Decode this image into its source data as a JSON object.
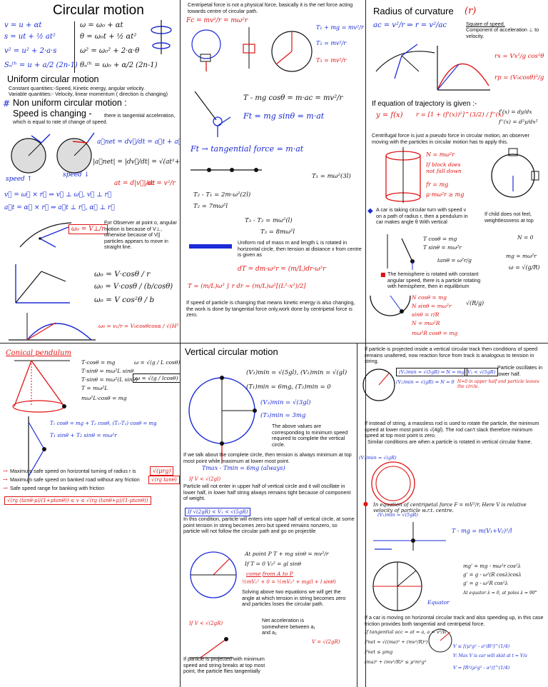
{
  "titles": {
    "circular_motion": "Circular motion",
    "uniform": "Uniform circular motion",
    "non_uniform": "Non uniform circular motion :",
    "speed_changing": "Speed is changing -",
    "radius_curvature": "Radius of curvature",
    "radius_symbol": "(r)",
    "conical_pendulum": "Conical pendulum",
    "vertical_circular": "Vertical circular motion",
    "trajectory_given": "If equation of trajectory is given :-"
  },
  "equations": {
    "kin1": "v = u + αt",
    "kin2": "s = ut + ½ at²",
    "kin3": "v² = u² + 2·a·s",
    "kin4": "Sₙᵗʰ = u + a/2 (2n-1)",
    "ang1": "ω = ω₀ + αt",
    "ang2": "θ = ω₀t + ½ αt²",
    "ang3": "ω² = ω₀² + 2·α·θ",
    "ang4": "θₙᵗʰ = ω₀ + α/2 (2n-1)",
    "anet": "a⃗net = dv⃗/dt = a⃗t + a⃗c",
    "anet_mag": "|a⃗net| = |dv⃗/dt| = √(at²+ac²)",
    "at": "at = d|v⃗|/dt",
    "ac": "ac = v²/r",
    "cross": "v⃗ = ω⃗ × r⃗  ⇒  v⃗ ⊥ ω⃗, v⃗ ⊥ r⃗",
    "cross2": "a⃗t = α⃗ × r⃗  ⇒  a⃗t ⊥ r⃗, α⃗ ⊥ r⃗",
    "w0": "ω₀ = V⊥/r",
    "w0a": "ω₀ = V·cosθ / r",
    "w0b": "ω₀ = V·cosθ / (b/cosθ)",
    "w0c": "ω₀ = V cos²θ / b",
    "w0d": "ω₀ = v₁/r = V₀cosθcosα / √(H² + R²/4)",
    "speed_lbl1": "speed ↑",
    "speed_lbl2": "speed ↓",
    "fc": "Fc = mv²/r = mω²r",
    "tmg1": "T₁ + mg = mv²/r",
    "tmg2": "T₂ = mv²/r",
    "tmg3": "T₃ = mv²/r",
    "pend1": "T - mg cosθ = m·ac = mv²/r",
    "pend2": "Ft = mg sinθ = m·at",
    "ft": "Ft → tangential force = m·at",
    "t1": "T₁ = mω²(3l)",
    "t2": "T₂ - T₁ = 2m·ω²(2l)",
    "t2b": "T₂ = 7mω²l",
    "t3": "T₃ - T₂ = mω²(l)",
    "t3b": "T₃ = 8mω²l",
    "rod_dt": "dT = dm·ω²r = (m/L)dr·ω²r",
    "rod_t": "T = (m/L)ω² ∫ r dr = (m/L)ω²[(L²-x²)/2]",
    "rc1": "ac = v²/r  ⇒  r = v²/ac",
    "rc_note1": "Square of speed.",
    "rc_note2": "Component of acceleration ⊥ to velocity.",
    "rc_x": "rx = Vx²/g cos²θ",
    "rc_p": "rp = (V₀cosθ)²/g",
    "traj1": "y = f(x)",
    "traj2": "r = [1 + (f'(x))²]^(3/2) / f''(x)",
    "traj3": "f'(x) = dy/dx",
    "traj4": "f''(x) = d²y/dx²",
    "cyl1": "N = mω²r",
    "cyl2": "If block does not fall down",
    "cyl3": "fr = mg",
    "cyl4": "μ·mω²r ≥ mg",
    "car1": "T cosθ = mg",
    "car2": "T sinθ = mω²r",
    "car3": "tanθ = ω²r/g",
    "child1": "N = 0",
    "child2": "mg = mω²r",
    "child3": "ω = √(g/R)",
    "hemi1": "N cosθ = mg",
    "hemi2": "N sinθ = mω²r",
    "hemi3": "sinθ = r/R",
    "hemi4": "N = mω²R",
    "hemi5": "mω²R cosθ = mg",
    "cone1": "T·cosθ = mg",
    "cone2": "T·sinθ = mω²L sinθ",
    "cone3": "T·sinθ = mω²(L sinθ)",
    "cone4": "T = mω²L",
    "cone5": "mω²L·cosθ = mg",
    "cone6": "ω = √(g / L cosθ)",
    "cone7": "ω = √(g / lcosθ)",
    "cone_t": "T₁ cosθ = mg + T₂ cosθ, (T₁-T₂) cosθ = mg",
    "cone_t2": "T₁ sinθ + T₂ sinθ = mω²r",
    "safe1": "Maximum safe speed on horizontal turning of radius r is",
    "safe1v": "√(μrg)",
    "safe2": "Maximum safe speed on banked road without any friction",
    "safe2v": "√(rg tanθ)",
    "safe3": "Safe speed range for banking with friction",
    "safe3v": "√(rg (tanθ-μ)/(1+μtanθ)) ≤ v ≤ √(rg (tanθ+μ)/(1-μtanθ))",
    "vc1": "(V₁)min = √(5gl), (V₂)min = √(gl)",
    "vc2": "(T₁)min = 6mg, (T₂)min = 0",
    "vc3": "(V₃)min = √(3gl)",
    "vc4": "(T₃)min = 3mg",
    "vc5": "Tmax - Tmin = 6mg (always)",
    "vc6": "If V < √(2gl)",
    "vc7": "If √(2gR) < V₁ < √(5gR)",
    "vc8": "At point P  T + mg sinθ = mv²/r",
    "vc9": "If T = 0    V₂² = gl sinθ",
    "vc10": "come from A to P",
    "vc11": "½mV₁² + 0 = ½mV₂² + mg(l + l sinθ)",
    "vc12": "If V < √(2gR)",
    "track1": "(V₁)min = √(5gR) ⇒ N = mg",
    "track2": "V₁ < √(5gR)",
    "track3": "(V₂)min = √(gR) ⇒ N = 0",
    "track4": "Particle oscillates in lower half.",
    "track5": "N=0 in upper half and particle leaves the circle.",
    "track6": "(V₁)min = √(5gR)",
    "track7": "(V₂)min = √(gR)",
    "cent1": "In equation of centripetal force F = mV²/r, Here V is relative velocity of particle w.r.t. centre.",
    "cent2": "T - mg = m(V₁+V₂)²/l",
    "earth1": "mg' = mg - mω²r cos²λ",
    "earth2": "g' = g - ω²(R cosλ)cosλ",
    "earth3": "g' = g - ω²R cos²λ",
    "earth4": "At equator λ = 0, at poles λ = 90°",
    "earth5": "Equator",
    "fric1": "If tangential acc = at = a,  a = v²/R",
    "fric2": "Fnet = √((ma)² + (mv²/R)²)",
    "fric3": "Fnet ≤ μmg",
    "fric4": "(ma)² + (mv²/R)² ≤ μ²m²g²",
    "fric5": "V ≤ [(μ²g² - a²)R²]^(1/4)",
    "fric6": "V: Max V is car will skid at t = V/a",
    "fric7": "V = [R²(μ²g² - a²)]^(1/4)",
    "net1": "Net acceleration is somewhere between a₁ and a₂",
    "hemi_eq": "√(R/g)",
    "v_check": "V = √(2gR)"
  },
  "notes": {
    "uniform_const": "Constant quantities:-Speed, Kinetic energy, angular velocity.",
    "uniform_var": "Variable quantities:- Velocity, linear momentum ( direction is changing)",
    "speed_desc": "there is tangential acceleration, which is equal to rate of change of speed.",
    "centripetal_note": "Centripetal force is not a physical force, basically it is the net force acting towards centre of circular path.",
    "observer": "For Observer at point o, angular motion is because of V⊥, otherwise because of V|| particles appears to move in straight line.",
    "rod": "Uniform rod of mass m and length L is rotated in horizontal circle, then tension at distance x from centre is given as",
    "work": "If speed of particle is changing that means kinetic energy is also changing, the work is done by tangential force only,work done by centripetal force is zero.",
    "pseudo": "Centrifugal force is just a pseudo force in circular motion, an observer moving with the particles in circular motion has to apply this.",
    "car": "A car is taking circular turn with speed v on a path of radius r, then a pendulum in car makes angle θ With vertical",
    "child": "If child does not feel, weightlessness at top",
    "hemisphere": "The hemisphere is rotated with constant angular speed, there is a particle rotating with hemisphere, then in equilibrium",
    "above_values": "The above values are corresponding to minimum speed required to complete the vertical circle.",
    "complete_circle": "If we talk about the complete circle, then tension is always minimum at top most point while maximum at lower most point.",
    "not_enter": "Particle will not enter in upper half of vertical circle and it will oscillate in lower half, in lower half string always remains tight because of component of weight.",
    "enters": "In this condition, particle will enters into upper half of vertical circle, at some point tension in string becomes zero but speed remains nonzero, so particle will not follow the circular path and go on projectile",
    "solving": "Solving above two equations we will get the angle at which tension in string becomes zero and particles loses the circular path.",
    "projected_min": "If particle is projected with minimum speed and string breaks at top most point, the particle flies tangentially",
    "inside_track": "If particle is projected inside a vertical circular track then conditions of speed remains unaltered, now reaction force from track is analogous to tension in string.",
    "massless_rod": "If instead of string, a massless rod is used to rotate the particle, the minimum speed at lower most point is √(4gl). The rod can't slack therefore minimum speed at top most point is zero.",
    "similar": "Similar conditions are when a particle is rotated in vertical circular frame.",
    "friction_car": "If a car is moving on horizontal circular track and also speeding up, in this case friction provides both tangential and centripetal force."
  },
  "colors": {
    "blue": "#1b2bd6",
    "red": "#e01212",
    "black": "#111111"
  }
}
